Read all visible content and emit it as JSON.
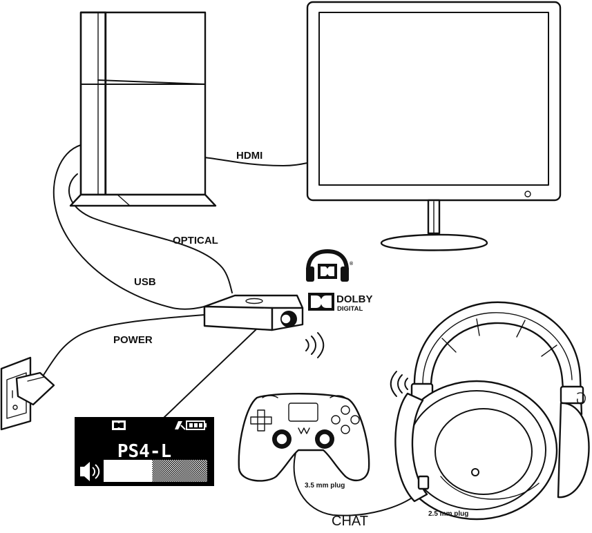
{
  "labels": {
    "hdmi": "HDMI",
    "optical": "OPTICAL",
    "usb": "USB",
    "power": "POWER",
    "chat": "CHAT",
    "plug_35": "3.5 mm plug",
    "plug_25": "2.5 mm plug"
  },
  "dolby": {
    "word": "DOLBY",
    "sub": "DIGITAL",
    "registered": "®"
  },
  "display": {
    "source": "PS4-L",
    "volume_fraction": 0.47
  },
  "colors": {
    "ink": "#111111",
    "paper": "#ffffff",
    "screen": "#000000"
  }
}
